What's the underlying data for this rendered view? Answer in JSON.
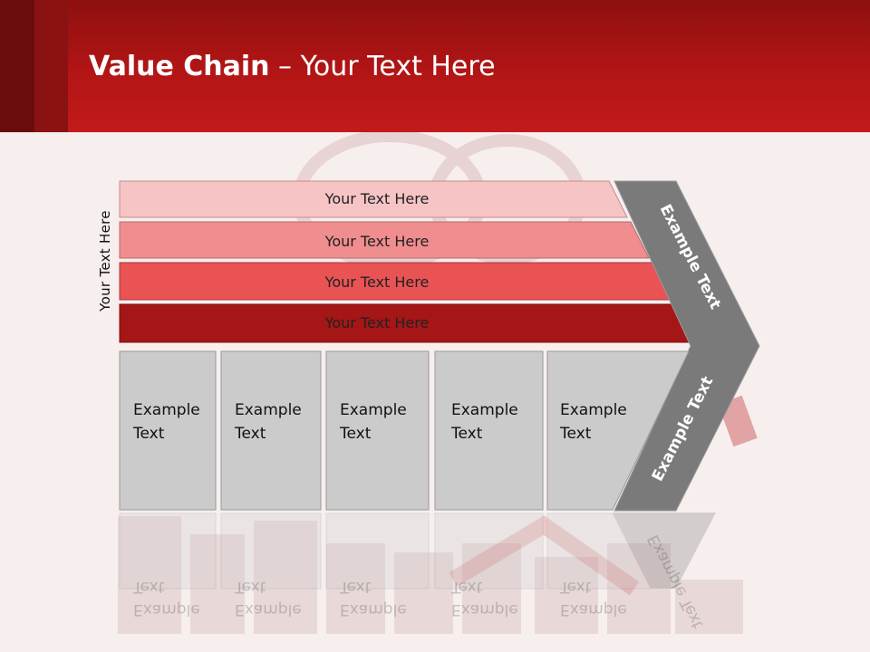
{
  "header": {
    "title_bold": "Value Chain",
    "title_rest": " – Your Text Here"
  },
  "side_label": "Your Text Here",
  "rows": [
    {
      "label": "Your Text Here",
      "color": "#f7c4c6"
    },
    {
      "label": "Your Text Here",
      "color": "#f08d8e"
    },
    {
      "label": "Your Text Here",
      "color": "#e95354"
    },
    {
      "label": "Your Text Here",
      "color": "#a51616"
    }
  ],
  "boxes": [
    {
      "line1": "Example",
      "line2": "Text"
    },
    {
      "line1": "Example",
      "line2": "Text"
    },
    {
      "line1": "Example",
      "line2": "Text"
    },
    {
      "line1": "Example",
      "line2": "Text"
    },
    {
      "line1": "Example",
      "line2": "Text"
    }
  ],
  "chevron": {
    "upper_label": "Example Text",
    "lower_label": "Example Text",
    "color": "#7a7a7a"
  },
  "colors": {
    "header_red": "#b31515",
    "box_gray": "#cbcbcb",
    "background": "#f7eeee"
  }
}
